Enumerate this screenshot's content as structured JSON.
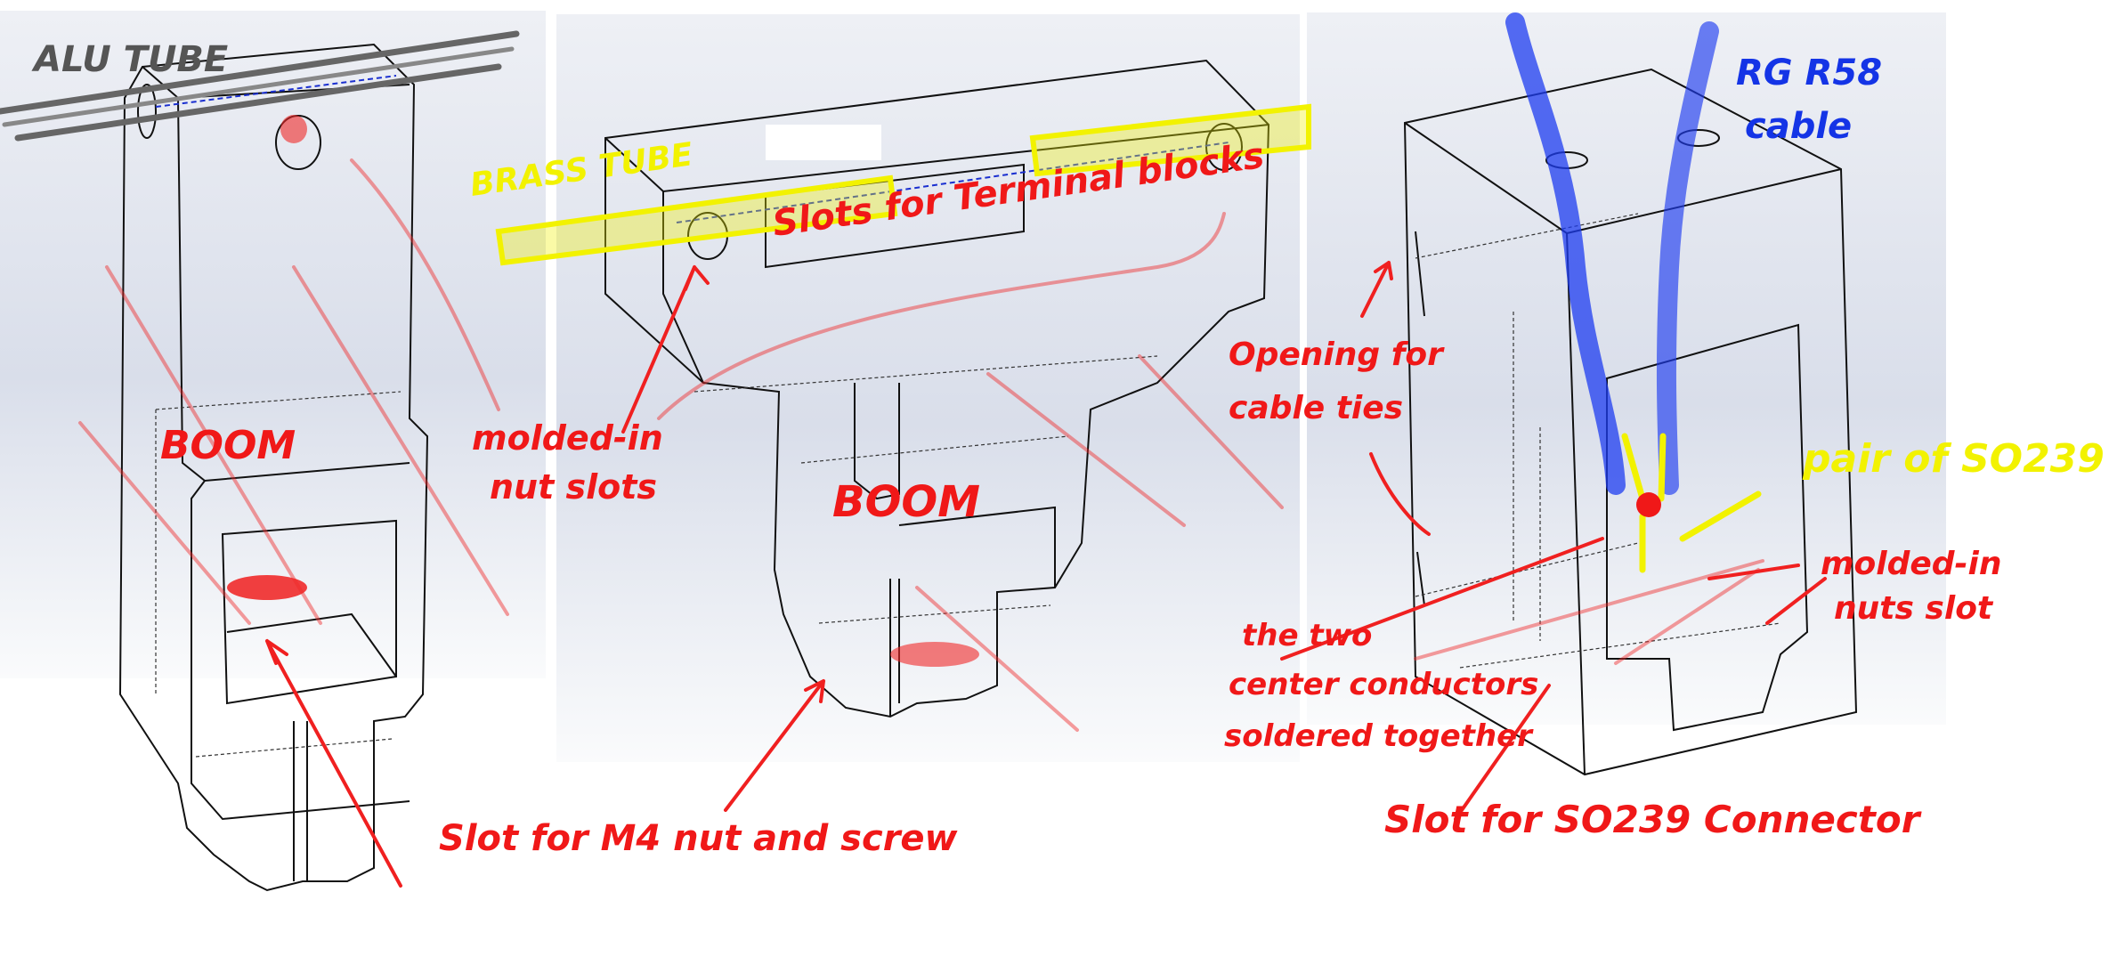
{
  "annotations": {
    "alu_tube": "ALU TUBE",
    "boom_left": "BOOM",
    "molded_nut_slots": [
      "molded-in",
      "nut slots"
    ],
    "brass_tube": "BRASS TUBE",
    "terminal_slots": "Slots for Terminal blocks",
    "boom_middle": "BOOM",
    "m4_slot": "Slot for M4 nut and screw",
    "cable_ties": [
      "Opening for",
      "cable ties"
    ],
    "rg58": [
      "RG R58",
      "cable"
    ],
    "so239_pair": "pair of SO239",
    "molded_nuts_slot": [
      "molded-in",
      "nuts slot"
    ],
    "conductors": [
      "the two",
      "center conductors",
      "soldered together"
    ],
    "so239_slot": "Slot for SO239 Connector"
  },
  "colors": {
    "annotation_red": "#f01818",
    "highlight_yellow": "#f2f200",
    "cable_blue": "#1434e6",
    "panel_bg": "#dde1ec"
  }
}
